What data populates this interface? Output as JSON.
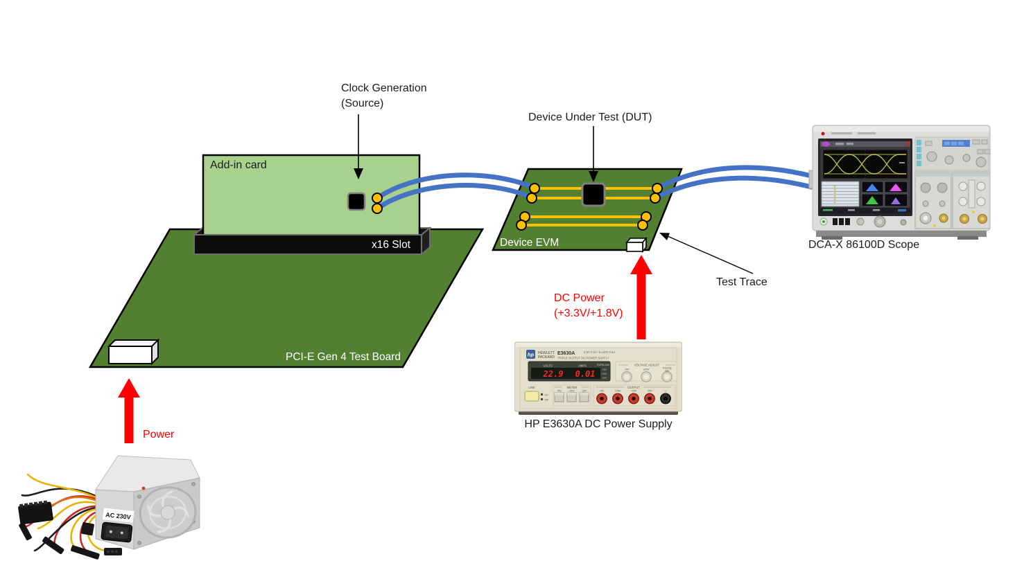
{
  "diagram": {
    "clock_gen": {
      "line1": "Clock Generation",
      "line2": "(Source)"
    },
    "dut_label": "Device Under Test (DUT)",
    "addin_card": "Add-in card",
    "x16_slot": "x16 Slot",
    "device_evm": "Device EVM",
    "pcie_board": "PCI-E Gen 4 Test Board",
    "test_trace": "Test Trace",
    "dc_power": {
      "line1": "DC Power",
      "line2": "(+3.3V/+1.8V)"
    },
    "power": "Power"
  },
  "scope": {
    "caption": "DCA-X 86100D Scope"
  },
  "atx_psu": {
    "ac_label": "AC 230V"
  },
  "hp_supply": {
    "caption": "HP E3630A DC Power Supply",
    "logo": "hp",
    "brand_line1": "HEWLETT",
    "brand_line2": "PACKARD",
    "model": "E3630A",
    "spec": "0-6V 2.5A / 0-±20V 0.5A",
    "subtitle": "TRIPLE OUTPUT DC POWER SUPPLY",
    "display": {
      "volts_label": "VOLTS",
      "amps_label": "AMPS",
      "volts_value": "22.9",
      "amps_value": "0.01",
      "overload_label": "OVERLOAD",
      "overload_items": [
        "+6V",
        "+20V",
        "-20V"
      ]
    },
    "voltage_adjust": {
      "label": "VOLTAGE ADJUST",
      "knob1": "+6V",
      "knob2": "±20V",
      "knob3_line1": "Tracking",
      "knob3_line2": "ratio"
    },
    "line_group": {
      "label": "LINE",
      "on": "On",
      "off": "Off"
    },
    "meter_group": {
      "label": "METER",
      "buttons": [
        "+6V",
        "+20V",
        "-20V"
      ]
    },
    "output_group": {
      "label": "OUTPUT",
      "terminals": [
        "+6V",
        "COM",
        "+20V",
        "-20V",
        "⊥"
      ]
    }
  },
  "colors": {
    "board_green": "#538135",
    "card_green": "#A9D18E",
    "trace_yellow": "#FFC000",
    "cable_blue": "#4472C4",
    "arrow_red": "#FF0000"
  }
}
